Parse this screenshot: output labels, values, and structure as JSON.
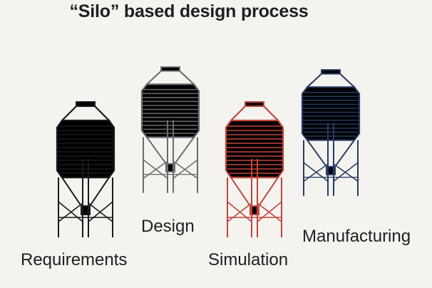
{
  "title": "“Silo” based design process",
  "colors": {
    "background": "#f4f3ef",
    "requirements": "#1a1a1a",
    "design": "#6b6b6b",
    "simulation": "#c2463c",
    "manufacturing": "#273a63"
  },
  "stages": [
    {
      "label": "Requirements",
      "icon": "silo-icon"
    },
    {
      "label": "Design",
      "icon": "silo-icon"
    },
    {
      "label": "Simulation",
      "icon": "silo-icon"
    },
    {
      "label": "Manufacturing",
      "icon": "silo-icon"
    }
  ]
}
